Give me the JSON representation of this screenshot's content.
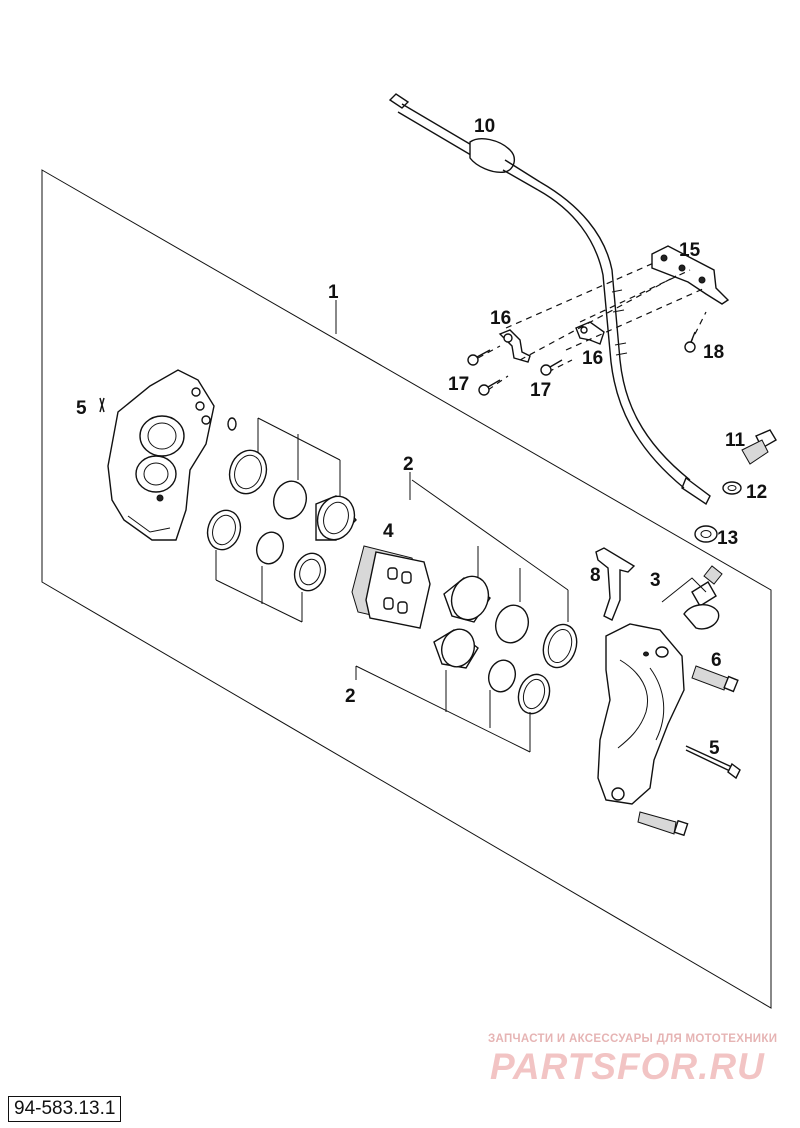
{
  "callouts": {
    "c1": "1",
    "c2a": "2",
    "c2b": "2",
    "c3": "3",
    "c4": "4",
    "c5a": "5",
    "c5b": "5",
    "c6": "6",
    "c8": "8",
    "c10": "10",
    "c11": "11",
    "c12": "12",
    "c13": "13",
    "c15": "15",
    "c16a": "16",
    "c16b": "16",
    "c17a": "17",
    "c17b": "17",
    "c18": "18"
  },
  "watermark": {
    "tagline": "ЗАПЧАСТИ И АКСЕССУАРЫ ДЛЯ МОТОТЕХНИКИ",
    "logo": "PARTSFOR.RU"
  },
  "reference_number": "94-583.13.1",
  "colors": {
    "line": "#111111",
    "watermark": "#f2c4c4",
    "background": "#ffffff"
  }
}
